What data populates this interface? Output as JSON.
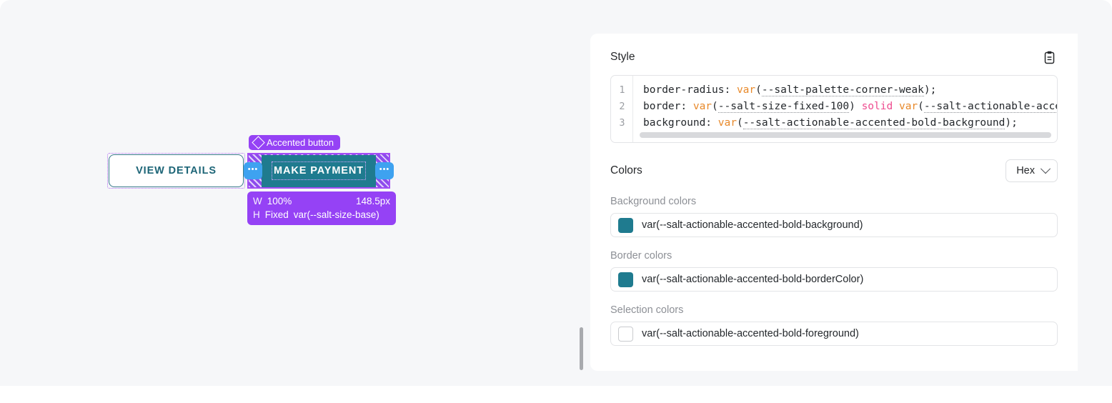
{
  "preview": {
    "secondary_button": {
      "label": "VIEW DETAILS"
    },
    "primary_button": {
      "label": "MAKE PAYMENT"
    },
    "badge": {
      "icon": "diamond-icon",
      "label": "Accented button"
    },
    "padding_handle_left": "•••",
    "padding_handle_right": "•••",
    "measurement": {
      "width_key": "W",
      "width_mode": "100%",
      "width_value": "148.5px",
      "height_key": "H",
      "height_mode": "Fixed",
      "height_value": "var(--salt-size-base)"
    }
  },
  "panel": {
    "style_section": {
      "title": "Style",
      "copy_icon": "clipboard-icon",
      "lines": [
        {
          "number": "1",
          "parts": [
            {
              "t": "plain",
              "v": "border-radius: "
            },
            {
              "t": "fn",
              "v": "var"
            },
            {
              "t": "plain",
              "v": "("
            },
            {
              "t": "var",
              "v": "--salt-palette-corner-weak"
            },
            {
              "t": "plain",
              "v": ");"
            }
          ]
        },
        {
          "number": "2",
          "parts": [
            {
              "t": "plain",
              "v": "border: "
            },
            {
              "t": "fn",
              "v": "var"
            },
            {
              "t": "plain",
              "v": "("
            },
            {
              "t": "var",
              "v": "--salt-size-fixed-100"
            },
            {
              "t": "plain",
              "v": ") "
            },
            {
              "t": "kw",
              "v": "solid"
            },
            {
              "t": "plain",
              "v": " "
            },
            {
              "t": "fn",
              "v": "var"
            },
            {
              "t": "plain",
              "v": "("
            },
            {
              "t": "var",
              "v": "--salt-actionable-accented"
            }
          ]
        },
        {
          "number": "3",
          "parts": [
            {
              "t": "plain",
              "v": "background: "
            },
            {
              "t": "fn",
              "v": "var"
            },
            {
              "t": "plain",
              "v": "("
            },
            {
              "t": "var",
              "v": "--salt-actionable-accented-bold-background"
            },
            {
              "t": "plain",
              "v": ");"
            }
          ]
        }
      ]
    },
    "colors_section": {
      "title": "Colors",
      "format_select": {
        "value": "Hex"
      },
      "groups": [
        {
          "label": "Background colors",
          "items": [
            {
              "swatch_color": "#1f7b8f",
              "value": "var(--salt-actionable-accented-bold-background)"
            }
          ]
        },
        {
          "label": "Border colors",
          "items": [
            {
              "swatch_color": "#1f7b8f",
              "value": "var(--salt-actionable-accented-bold-borderColor)"
            }
          ]
        },
        {
          "label": "Selection colors",
          "items": [
            {
              "swatch_color": "#ffffff",
              "value": "var(--salt-actionable-accented-bold-foreground)"
            }
          ]
        }
      ]
    }
  },
  "theme": {
    "accent_teal": "#1f7b8f",
    "selection_purple": "#9542f5",
    "handle_blue": "#3ea2f0",
    "stage_background": "#f6f7f9",
    "panel_background": "#ffffff"
  }
}
